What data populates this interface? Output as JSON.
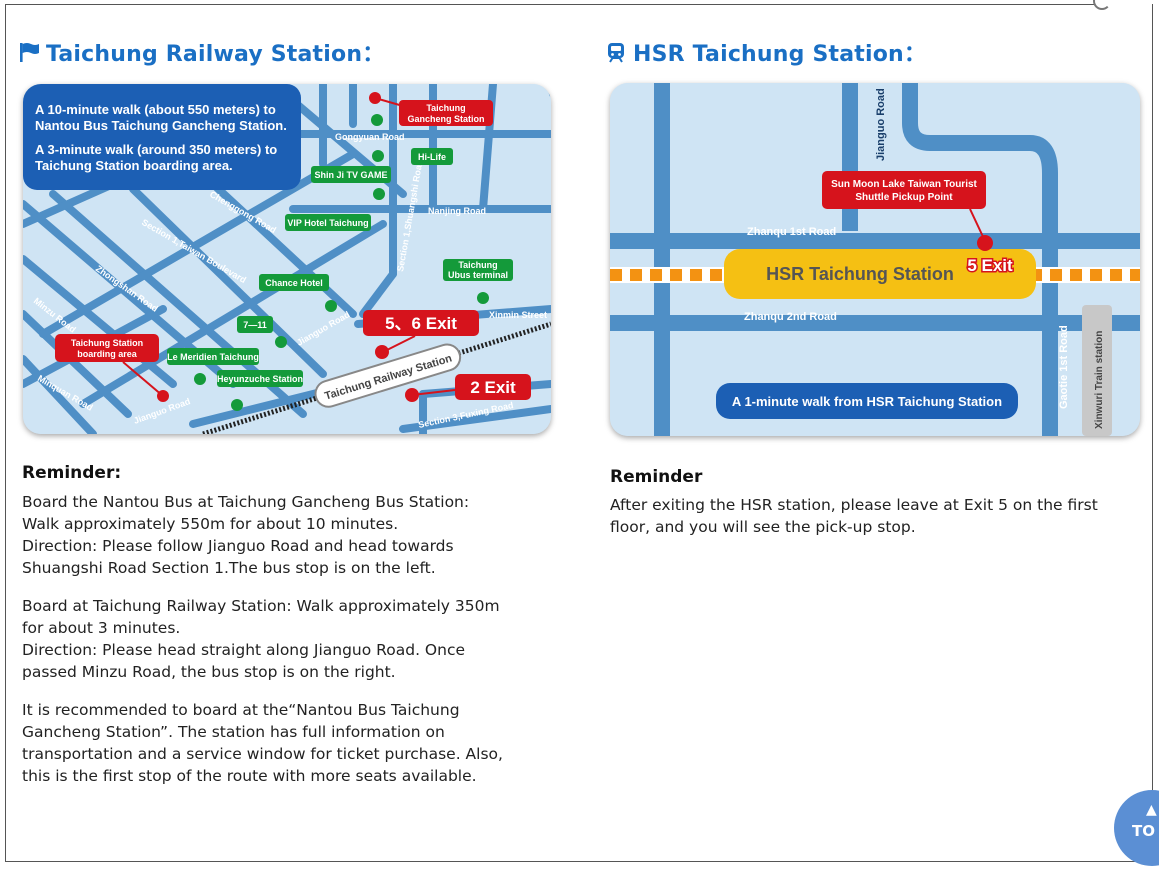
{
  "left": {
    "title": "Taichung Railway Station：",
    "icon": "flag-icon",
    "map": {
      "info_line1": "A 10-minute walk (about 550 meters) to",
      "info_line2": "Nantou Bus Taichung Gancheng Station.",
      "info_line3": "A 3-minute walk (around 350 meters)  to",
      "info_line4": "Taichung Station boarding area.",
      "gancheng_line1": "Taichung",
      "gancheng_line2": "Gancheng Station",
      "hilife": "Hi-Life",
      "shinji": "Shin Ji TV GAME",
      "vip": "VIP Hotel Taichung",
      "chance": "Chance Hotel",
      "ubus_line1": "Taichung",
      "ubus_line2": "Ubus terminal",
      "seven": "7—11",
      "boarding_line1": "Taichung Station",
      "boarding_line2": "boarding area",
      "meridien": "Le Meridien Taichung",
      "heyun": "Heyunzuche Station",
      "exit56": "5、6 Exit",
      "exit2": "2 Exit",
      "station": "Taichung Railway Station",
      "roads": {
        "gongyuan": "Gongyuan Road",
        "chenggong": "Chenggong Road",
        "nanjing": "Nanjing Road",
        "shuangshi": "Section 1,Shuangshi Road",
        "taiwan": "Section 1,Taiwan Boulevard",
        "zhongshan": "Zhongshan Road",
        "minzu": "Minzu Road",
        "xinmin": "Xinmin Street",
        "jianguo": "Jianguo Road",
        "jianguo2": "Jianguo Road",
        "minquan": "Minquan Road",
        "fuxing": "Section 3,Fuxing Road"
      }
    },
    "reminder_title": "Reminder:",
    "para1": "Board the Nantou Bus at Taichung Gancheng Bus Station:\nWalk approximately 550m for about 10 minutes.\nDirection: Please follow Jianguo Road and head towards\nShuangshi Road Section 1.The bus stop is on the left.",
    "para2": "Board at Taichung Railway Station: Walk approximately 350m\nfor about 3 minutes.\nDirection: Please head straight along Jianguo Road. Once\npassed Minzu Road, the bus stop is on the right.",
    "para3": "It is recommended to board at the“Nantou Bus Taichung\nGancheng Station”. The station has full information on\ntransportation and a service window for ticket purchase. Also,\nthis is the first stop of the route with more seats available."
  },
  "right": {
    "title": "HSR Taichung Station：",
    "icon": "train-icon",
    "map": {
      "jianguo": "Jianguo Road",
      "pickup_line1": "Sun Moon Lake Taiwan Tourist",
      "pickup_line2": "Shuttle Pickup Point",
      "zhanqu1": "Zhanqu 1st Road",
      "station": "HSR Taichung Station",
      "exit5": "5 Exit",
      "zhanqu2": "Zhanqu 2nd Road",
      "gaotie": "Gaotie 1st Road",
      "xinwuri": "Xinwuri Train station",
      "walk": "A 1-minute walk from HSR Taichung  Station"
    },
    "reminder_title": "Reminder",
    "para1": "After exiting the HSR station, please leave at Exit 5 on the first\nfloor, and you will see the pick-up stop."
  },
  "totop": {
    "label": "TO",
    "arrow": "▲"
  },
  "colors": {
    "title_blue": "#1a6fc4",
    "road": "#4f8fc6",
    "map_bg": "#cfe4f4",
    "red": "#d6131c",
    "green": "#149a3a",
    "yellow": "#f5c013",
    "orange": "#f39212"
  }
}
